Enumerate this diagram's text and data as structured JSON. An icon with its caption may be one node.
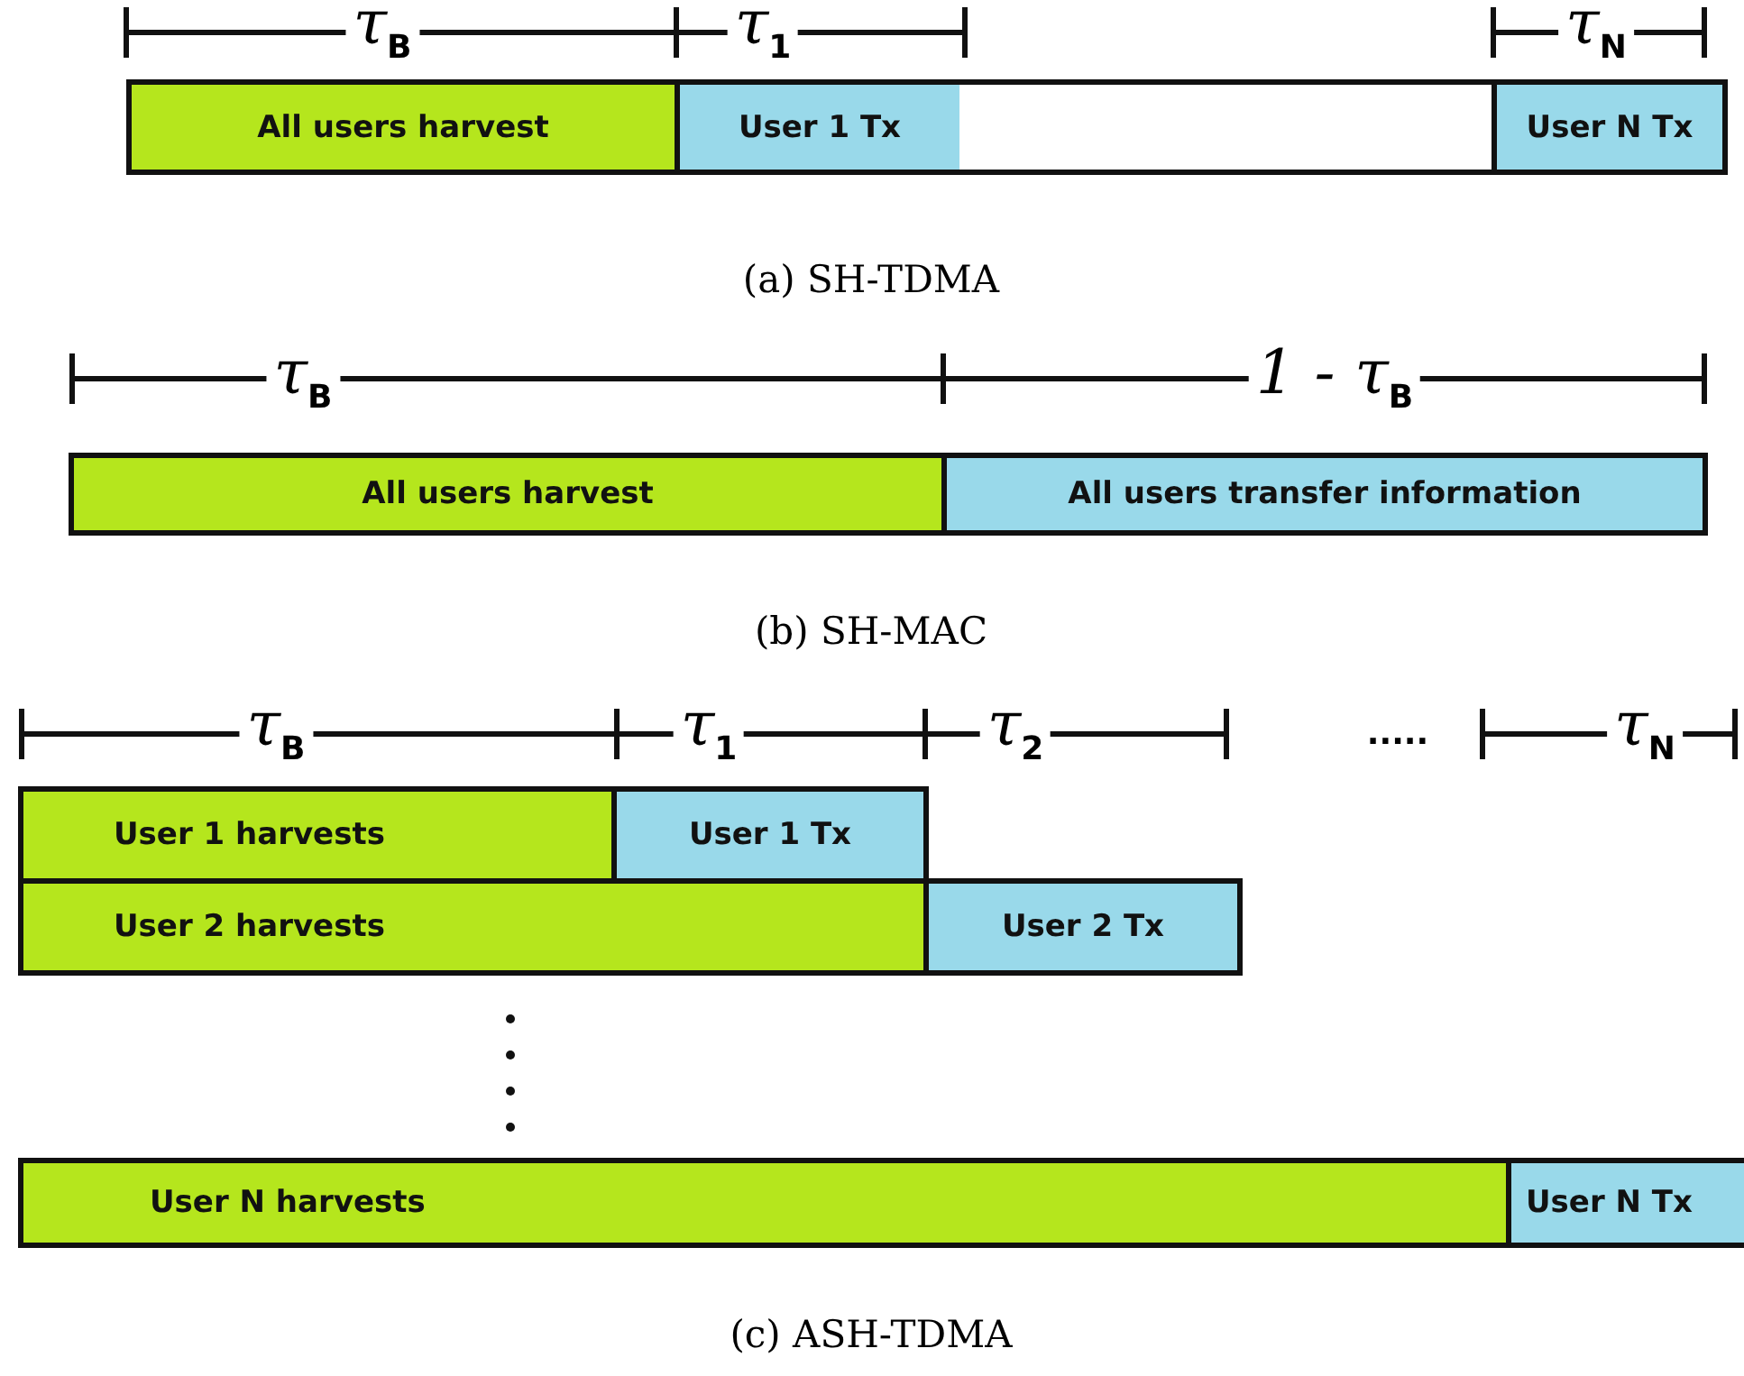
{
  "diagram": {
    "nodes": [
      {
        "text": [
          "All users harvest"
        ]
      },
      {
        "text": [
          "User 1 Tx"
        ]
      },
      {
        "text": [],
        "shape": "box"
      },
      {
        "text": [
          "User N  Tx"
        ]
      },
      {
        "text": [
          "All users harvest"
        ]
      },
      {
        "text": [
          "All users transfer information"
        ]
      },
      {
        "text": [
          "User 1 harvests"
        ]
      },
      {
        "text": [
          "User 1  Tx"
        ]
      },
      {
        "text": [
          "User 2 harvests"
        ]
      },
      {
        "text": [
          "User 2  Tx"
        ]
      },
      {
        "text": [
          "User N  harvests"
        ]
      },
      {
        "text": [
          "User N  Tx"
        ]
      }
    ],
    "edges": [],
    "labels": [
      "τ$_{B}$",
      "τ$_{1}$",
      "τ$_{N}$",
      "(a) SH-TDMA",
      "τ$_{B}$",
      "1 - τ$_{B}$",
      "(b) SH-MAC",
      "τ$_{B}$",
      "τ$_{1}$",
      "τ$_{2}$",
      ".....",
      "τ$_{N}$",
      "(c) ASH-TDMA"
    ]
  }
}
